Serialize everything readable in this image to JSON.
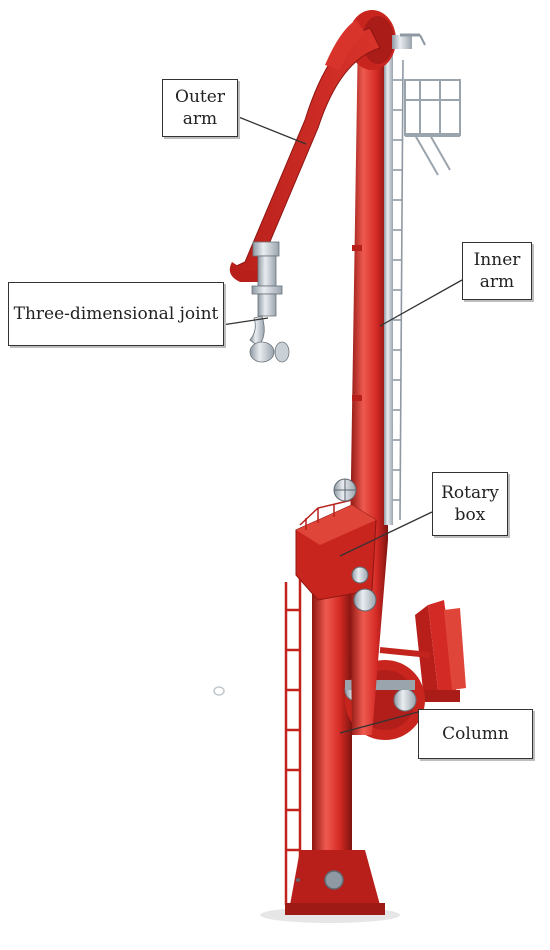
{
  "labels": {
    "outer_arm": "Outer arm",
    "three_dimensional_joint": "Three-dimensional joint",
    "inner_arm": "Inner arm",
    "rotary_box": "Rotary box",
    "column": "Column"
  },
  "colors": {
    "arm_red": "#d42a25",
    "arm_dark": "#8e1612",
    "arm_light": "#ee5a4f",
    "joint_grey": "#d7dde3",
    "steel_grey": "#9aa4ad"
  }
}
